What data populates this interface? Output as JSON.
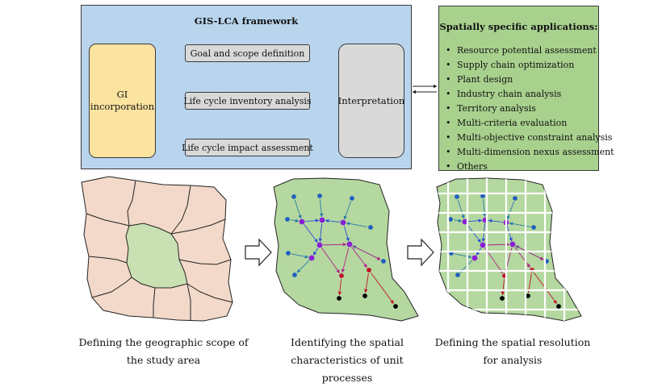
{
  "framework": {
    "title": "GIS-LCA framework",
    "gi_incorporation": [
      "GI",
      "incorporation"
    ],
    "stages": [
      "Goal and scope definition",
      "Life cycle inventory analysis",
      "Life cycle impact assessment"
    ],
    "interpretation": "Interpretation"
  },
  "applications": {
    "title": "Spatially specific applications:",
    "bullet": "•",
    "items": [
      "Resource potential assessment",
      "Supply chain optimization",
      "Plant design",
      "Industry chain analysis",
      "Territory analysis",
      "Multi-criteria evaluation",
      "Multi-objective constraint analysis",
      "Multi-dimension nexus assessment",
      "Others"
    ]
  },
  "steps": [
    {
      "caption": [
        "Defining the geographic scope of",
        "the study area"
      ]
    },
    {
      "caption": [
        "Identifying the spatial",
        "characteristics of unit processes"
      ]
    },
    {
      "caption": [
        "Defining the spatial resolution",
        "for analysis"
      ]
    }
  ],
  "colors": {
    "framework_bg": "#b9d5ee",
    "gi_bg": "#fbe3a0",
    "process_bg": "#d9d9d9",
    "applications_bg": "#a9d18e",
    "map_region": "#f3d9c9",
    "map_highlight": "#c9e0b3",
    "study_area": "#b4d8a0",
    "node_blue": "#1f5fbf",
    "node_purple": "#8a1fd6",
    "node_red": "#c0102a",
    "node_black": "#000000"
  }
}
